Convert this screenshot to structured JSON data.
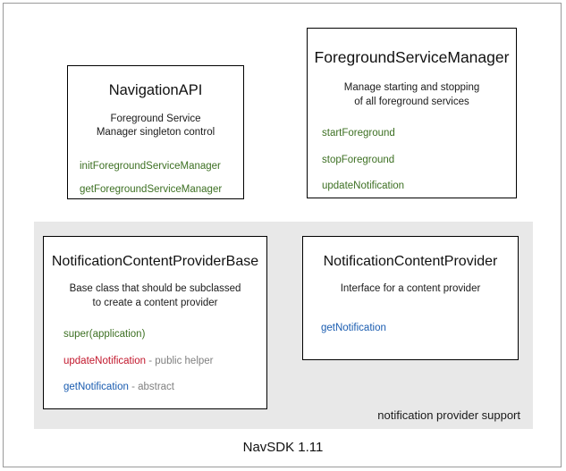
{
  "diagram": {
    "footer_caption": "NavSDK 1.11",
    "group": {
      "label": "notification provider support",
      "background_color": "#e8e8e8"
    },
    "colors": {
      "method_green": "#3d7023",
      "method_red": "#c2172c",
      "method_blue": "#1a5cb0",
      "method_note_gray": "#808080",
      "box_border": "#000000",
      "frame_border": "#9a9a9a"
    },
    "boxes": [
      {
        "title": "NavigationAPI",
        "desc_line1": "Foreground Service",
        "desc_line2": "Manager singleton control",
        "methods": [
          {
            "name": "initForegroundServiceManager",
            "note": ""
          },
          {
            "name": "getForegroundServiceManager",
            "note": ""
          }
        ]
      },
      {
        "title": "ForegroundServiceManager",
        "desc_line1": "Manage starting and stopping",
        "desc_line2": "of all foreground services",
        "methods": [
          {
            "name": "startForeground",
            "note": ""
          },
          {
            "name": "stopForeground",
            "note": ""
          },
          {
            "name": "updateNotification",
            "note": ""
          }
        ]
      },
      {
        "title": "NotificationContentProviderBase",
        "desc_line1": "Base class that should be subclassed",
        "desc_line2": "to create a content provider",
        "methods": [
          {
            "name": "super(application)",
            "note": ""
          },
          {
            "name": "updateNotification",
            "note": " - public helper"
          },
          {
            "name": "getNotification",
            "note": " - abstract"
          }
        ]
      },
      {
        "title": "NotificationContentProvider",
        "desc_line1": "Interface for a content provider",
        "desc_line2": "",
        "methods": [
          {
            "name": "getNotification",
            "note": ""
          }
        ]
      }
    ]
  }
}
